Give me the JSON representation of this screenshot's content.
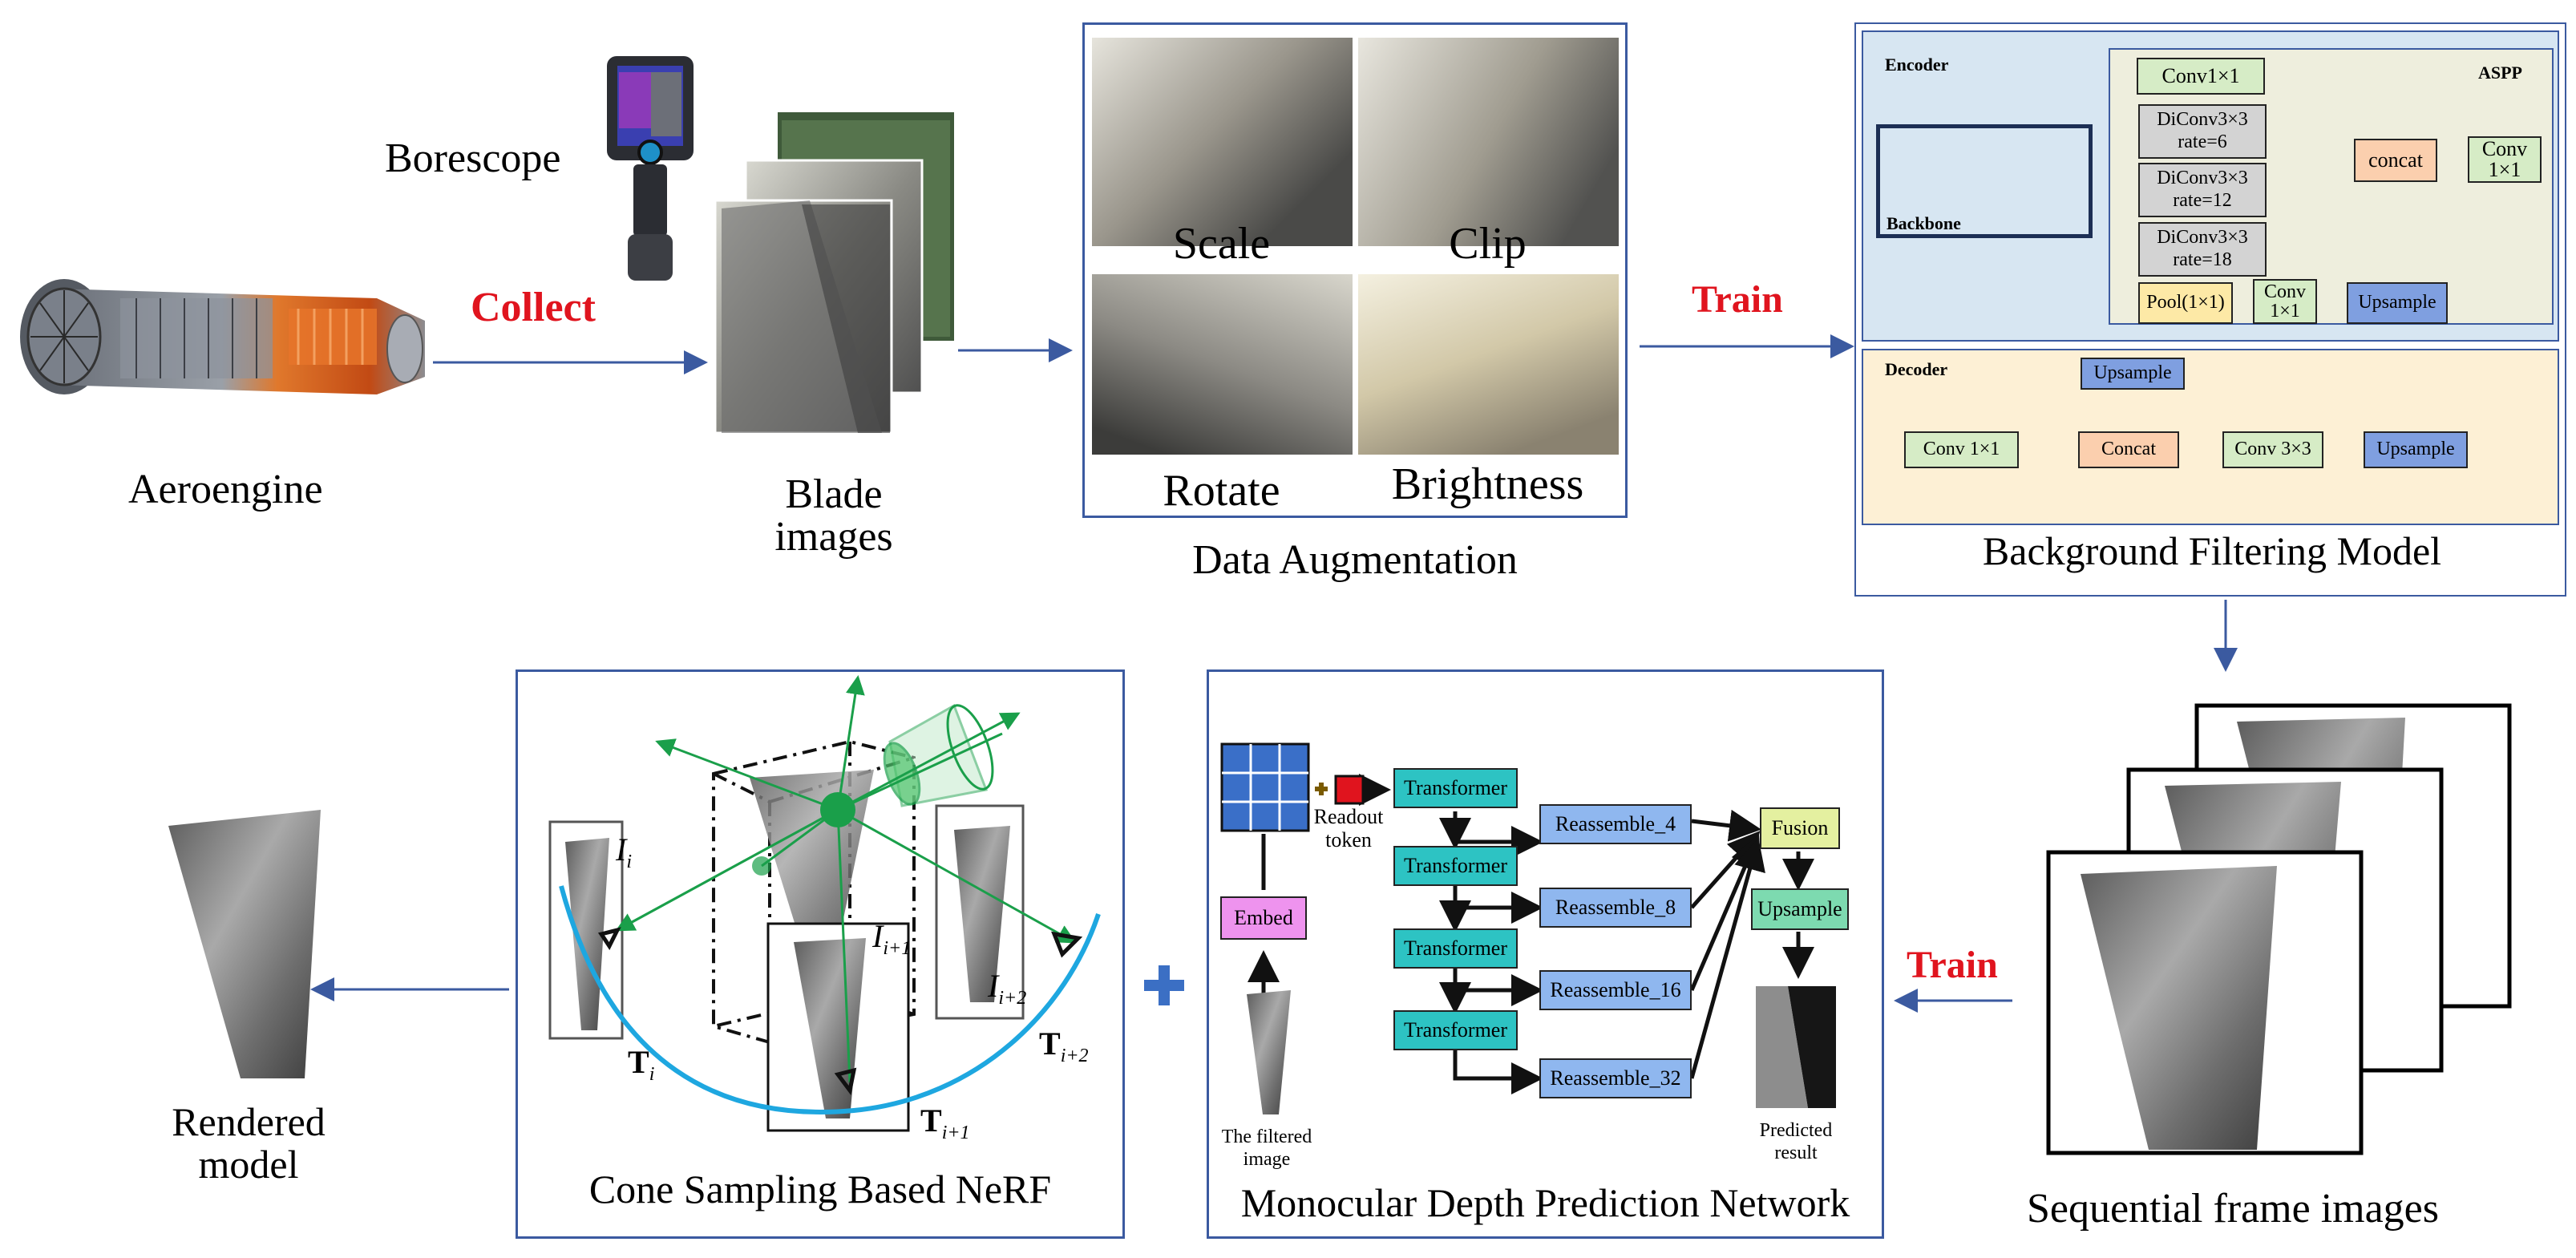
{
  "top": {
    "borescope": "Borescope",
    "aeroengine": "Aeroengine",
    "collect": "Collect",
    "blade_images_1": "Blade",
    "blade_images_2": "images",
    "aug": {
      "scale": "Scale",
      "clip": "Clip",
      "rotate": "Rotate",
      "brightness": "Brightness",
      "title": "Data Augmentation"
    },
    "train_top": "Train",
    "bfm": {
      "encoder": "Encoder",
      "aspp": "ASPP",
      "backbone": "Backbone",
      "decoder": "Decoder",
      "conv1": "Conv1×1",
      "di6_a": "DiConv3×3",
      "di6_b": "rate=6",
      "di12_a": "DiConv3×3",
      "di12_b": "rate=12",
      "di18_a": "DiConv3×3",
      "di18_b": "rate=18",
      "pool": "Pool(1×1)",
      "conv_small_a": "Conv",
      "conv_small_b": "1×1",
      "upsample_aspp": "Upsample",
      "concat_aspp": "concat",
      "conv_out_a": "Conv",
      "conv_out_b": "1×1",
      "upsample_dec_top": "Upsample",
      "dec_conv1": "Conv 1×1",
      "dec_concat": "Concat",
      "dec_conv3": "Conv 3×3",
      "dec_upsample": "Upsample",
      "title": "Background Filtering Model"
    }
  },
  "bottom": {
    "rendered_1": "Rendered",
    "rendered_2": "model",
    "nerf_title": "Cone Sampling Based NeRF",
    "nerf": {
      "i": "I",
      "i_sub": "i",
      "i1": "I",
      "i1_sub": "i+1",
      "i2": "I",
      "i2_sub": "i+2",
      "t": "T",
      "t_sub": "i",
      "t1": "T",
      "t1_sub": "i+1",
      "t2": "T",
      "t2_sub": "i+2"
    },
    "mdp": {
      "readout_1": "Readout",
      "readout_2": "token",
      "embed": "Embed",
      "filtered_1": "The filtered",
      "filtered_2": "image",
      "transformer": "Transformer",
      "re4": "Reassemble_4",
      "re8": "Reassemble_8",
      "re16": "Reassemble_16",
      "re32": "Reassemble_32",
      "fusion": "Fusion",
      "upsample": "Upsample",
      "pred_1": "Predicted",
      "pred_2": "result",
      "title": "Monocular Depth Prediction Network"
    },
    "train_bottom": "Train",
    "seq_title": "Sequential frame images"
  },
  "colors": {
    "arrow": "#3b5aa0",
    "accent_red": "#e0141e",
    "cone_green": "#1a9f4a",
    "trajectory_blue": "#1ea7e0"
  }
}
